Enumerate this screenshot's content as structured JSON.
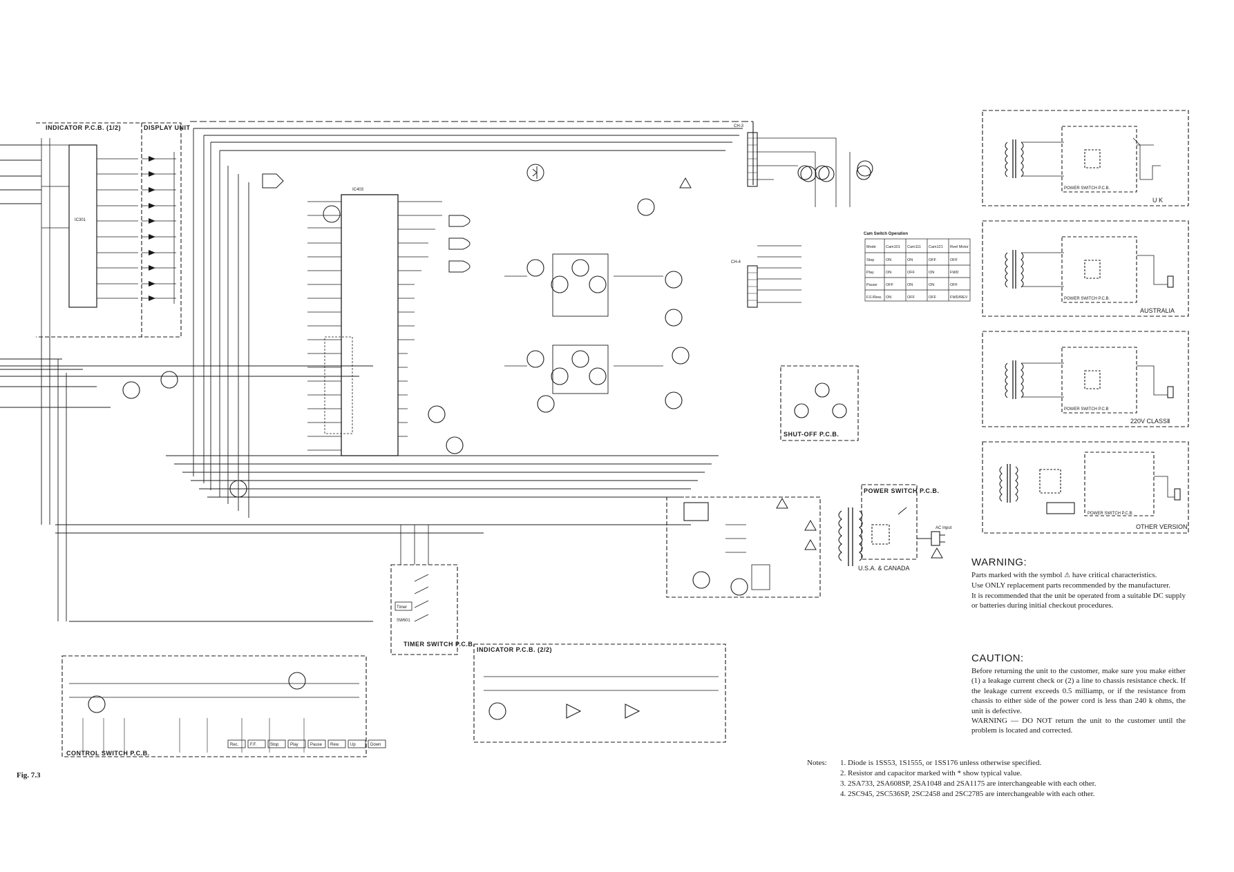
{
  "figure_label": "Fig. 7.3",
  "boards": {
    "indicator_1": "INDICATOR P.C.B. (1/2)",
    "display_unit": "DISPLAY UNIT",
    "indicator_2": "INDICATOR P.C.B. (2/2)",
    "control_switch": "CONTROL SWITCH P.C.B.",
    "timer_switch": "TIMER SWITCH P.C.B.",
    "shut_off": "SHUT-OFF P.C.B.",
    "power_switch": "POWER SWITCH P.C.B.",
    "power_switch_uk": "POWER SWITCH P.C.B.",
    "power_switch_aus": "POWER SWITCH P.C.B.",
    "power_switch_220": "POWER SWITCH P.C.B",
    "power_switch_other": "POWER SWITCH P.C.B."
  },
  "regions": {
    "uk": "U K",
    "australia": "AUSTRALIA",
    "class2": "220V CLASSⅡ",
    "other": "OTHER VERSION",
    "usa_canada": "U.S.A. & CANADA"
  },
  "components": {
    "ic_main": "IC403",
    "ic_display": "IC301",
    "ch3": "CH-3",
    "ch4": "CH-4",
    "timer": "Timer",
    "sw601": "SW601",
    "ac_input": "AC Input",
    "cam_table_title": "Cam Switch Operation"
  },
  "cam_table": {
    "headers": [
      "Mode",
      "Cam101",
      "Cam111",
      "Cam121",
      "Reel Motor"
    ],
    "rows": [
      [
        "Stop",
        "ON",
        "ON",
        "OFF",
        "OFF"
      ],
      [
        "Play",
        "ON",
        "OFF",
        "ON",
        "FWD"
      ],
      [
        "Pause",
        "OFF",
        "ON",
        "ON",
        "OFF"
      ],
      [
        "F.F./Rew.",
        "ON",
        "OFF",
        "OFF",
        "FWD/REV"
      ]
    ]
  },
  "buttons": [
    "Rec.",
    "F.F.",
    "Stop",
    "Play",
    "Pause",
    "Rew.",
    "Up",
    "Down"
  ],
  "warning": {
    "title": "WARNING:",
    "p1_a": "Parts marked with the symbol",
    "p1_b": "have critical characteristics.",
    "p2": "Use ONLY replacement parts recommended by the manufacturer.",
    "p3": "It is recommended that the unit be operated from a suitable DC supply or batteries during initial checkout procedures."
  },
  "caution": {
    "title": "CAUTION:",
    "p1": "Before returning the unit to the customer, make sure you make either (1) a leakage current check or (2) a line to chassis resistance check. If the leakage current exceeds 0.5 milliamp, or if the resistance from chassis to either side of the power cord is less than 240 k ohms, the unit is defective.",
    "p2": "WARNING — DO NOT return the unit to the customer until the problem is located and corrected."
  },
  "notes": {
    "label": "Notes:",
    "items": [
      "1. Diode is 1SS53, 1S1555, or 1SS176 unless otherwise specified.",
      "2. Resistor and capacitor marked with * show typical value.",
      "3. 2SA733, 2SA608SP, 2SA1048 and 2SA1175 are interchangeable with each other.",
      "4. 2SC945, 2SC536SP, 2SC2458 and 2SC2785 are interchangeable with each other."
    ]
  }
}
